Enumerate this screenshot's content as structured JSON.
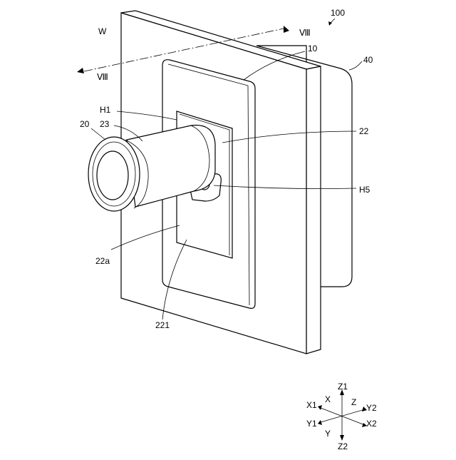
{
  "labels": {
    "ref_100": "100",
    "ref_40": "40",
    "ref_10": "10",
    "ref_w": "W",
    "section_top": "Ⅷ",
    "section_left": "Ⅷ",
    "ref_h1": "H1",
    "ref_20": "20",
    "ref_23": "23",
    "ref_22": "22",
    "ref_h5": "H5",
    "ref_22a": "22a",
    "ref_221": "221"
  },
  "axes": {
    "z1": "Z1",
    "x": "X",
    "z": "Z",
    "x1": "X1",
    "y2": "Y2",
    "y1": "Y1",
    "x2": "X2",
    "y": "Y",
    "z2": "Z2"
  }
}
